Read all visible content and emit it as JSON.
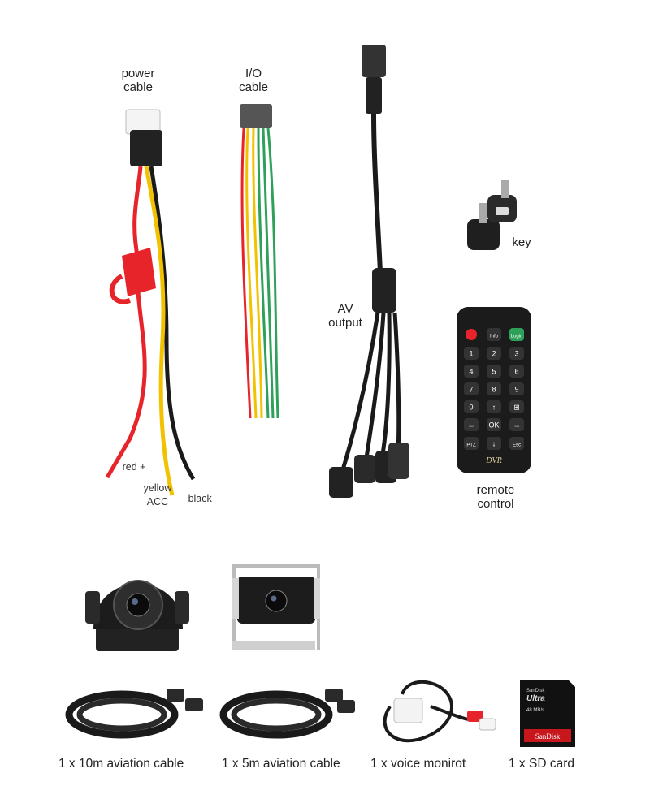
{
  "labels": {
    "power_cable": [
      "power",
      "cable"
    ],
    "io_cable": [
      "I/O",
      "cable"
    ],
    "av_output": [
      "AV",
      "output"
    ],
    "key": "key",
    "remote_control": [
      "remote",
      "control"
    ],
    "red": "red +",
    "yellow": [
      "yellow",
      "ACC"
    ],
    "black": "black -"
  },
  "remote": {
    "buttons": [
      "Info",
      "Login",
      "1",
      "2",
      "3",
      "4",
      "5",
      "6",
      "7",
      "8",
      "9",
      "0",
      "↑",
      "⊞",
      "←",
      "OK",
      "→",
      "PTZ",
      "↓",
      "Esc"
    ],
    "brand": "DVR"
  },
  "sd_card": {
    "maker": "SanDisk",
    "line": "Ultra",
    "size": "48 MB/s",
    "brand": "SanDisk"
  },
  "captions": {
    "cable_10m": "1 x 10m aviation cable",
    "cable_5m": "1 x 5m aviation cable",
    "voice": "1 x voice monirot",
    "sd": "1 x SD card"
  },
  "colors": {
    "wire_red": "#e8242b",
    "wire_yellow": "#f2c200",
    "wire_black": "#1a1a1a",
    "wire_green": "#2fa05a"
  }
}
